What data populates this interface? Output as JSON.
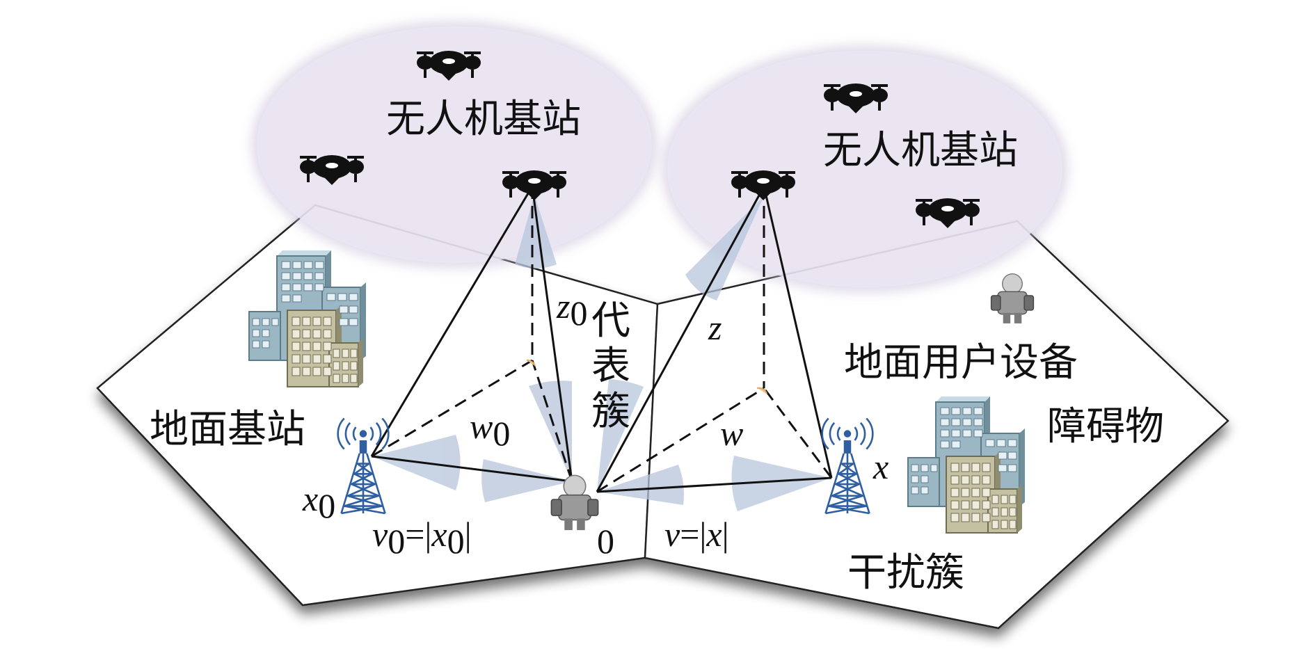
{
  "labels": {
    "uav_bs_left": "无人机基站",
    "uav_bs_right": "无人机基站",
    "ground_bs": "地面基站",
    "representative_cluster": [
      "代",
      "表",
      "簇"
    ],
    "ground_user": "地面用户设备",
    "obstacle": "障碍物",
    "interference_cluster": "干扰簇"
  },
  "math": {
    "z0": {
      "base": "z",
      "sub": "0"
    },
    "z": "z",
    "w0": {
      "base": "w",
      "sub": "0"
    },
    "w": "w",
    "x0": {
      "base": "x",
      "sub": "0"
    },
    "x": "x",
    "v0": {
      "left": "v",
      "sub": "0",
      "eq": "=|",
      "x": "x",
      "xsub": "0",
      "close": "|"
    },
    "v": {
      "left": "v",
      "eq": "=|",
      "x": "x",
      "close": "|"
    },
    "origin": "0"
  },
  "icons": {
    "drone": "drone-icon",
    "tower": "cell-tower-icon",
    "building": "building-icon",
    "user": "user-device-icon"
  },
  "colors": {
    "ellipse_fill": "#ece6f3",
    "ellipse_stroke": "#cbbfd9",
    "beam": "#b7c5dc",
    "building_blue": "#9bb7c4",
    "building_tan": "#c4c1a2",
    "line": "#111111"
  }
}
